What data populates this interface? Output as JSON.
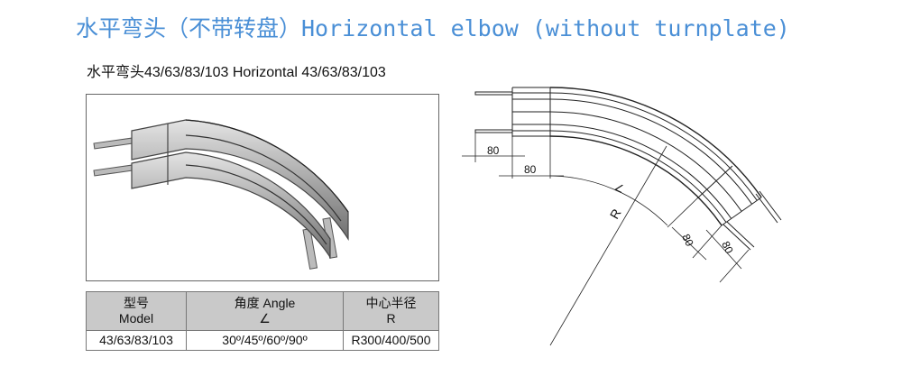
{
  "title": "水平弯头（不带转盘）Horizontal elbow (without turnplate)",
  "subtitle": "水平弯头43/63/83/103  Horizontal 43/63/83/103",
  "table": {
    "headers": [
      {
        "zh": "型号",
        "en": "Model"
      },
      {
        "zh": "角度 Angle",
        "en": "∠"
      },
      {
        "zh": "中心半径",
        "en": "R"
      }
    ],
    "rows": [
      [
        "43/63/83/103",
        "30º/45º/60º/90º",
        "R300/400/500"
      ]
    ]
  },
  "drawing": {
    "dim_straight_tab": "80",
    "dim_straight_body": "80",
    "dim_end_body": "80",
    "dim_end_tab": "80",
    "angle_symbol": "∠",
    "radius_label": "R"
  }
}
